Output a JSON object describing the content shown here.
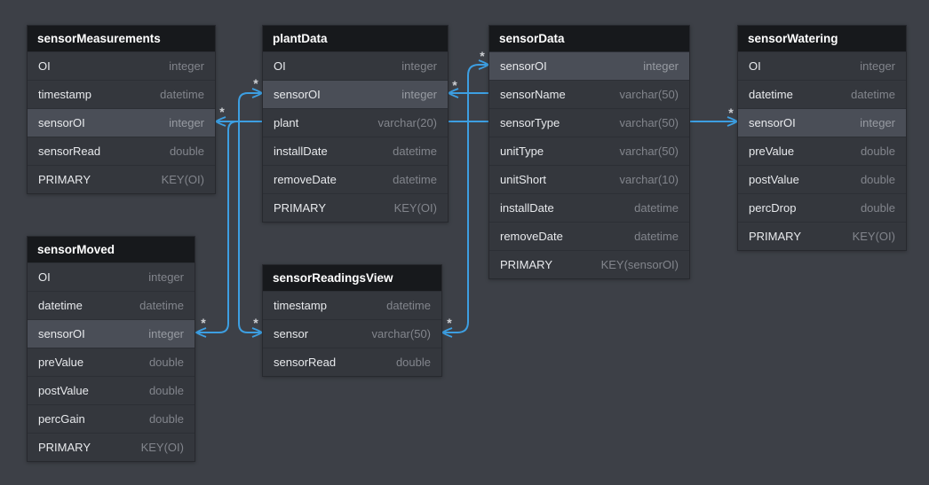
{
  "colors": {
    "canvas_background": "#3d4047",
    "table_background": "#34373d",
    "table_header_background": "#17191c",
    "highlight_row_background": "#4a4e57",
    "relationship_line": "#3d9fe2",
    "field_name_text": "#e8eaed",
    "field_type_text": "#82858c",
    "header_text": "#ffffff"
  },
  "diagram": {
    "tables": [
      {
        "title": "sensorMeasurements",
        "rows": [
          {
            "name": "OI",
            "type": "integer",
            "highlighted": false
          },
          {
            "name": "timestamp",
            "type": "datetime",
            "highlighted": false
          },
          {
            "name": "sensorOI",
            "type": "integer",
            "highlighted": true
          },
          {
            "name": "sensorRead",
            "type": "double",
            "highlighted": false
          },
          {
            "name": "PRIMARY",
            "type": "KEY(OI)",
            "highlighted": false
          }
        ]
      },
      {
        "title": "plantData",
        "rows": [
          {
            "name": "OI",
            "type": "integer",
            "highlighted": false
          },
          {
            "name": "sensorOI",
            "type": "integer",
            "highlighted": true
          },
          {
            "name": "plant",
            "type": "varchar(20)",
            "highlighted": false
          },
          {
            "name": "installDate",
            "type": "datetime",
            "highlighted": false
          },
          {
            "name": "removeDate",
            "type": "datetime",
            "highlighted": false
          },
          {
            "name": "PRIMARY",
            "type": "KEY(OI)",
            "highlighted": false
          }
        ]
      },
      {
        "title": "sensorData",
        "rows": [
          {
            "name": "sensorOI",
            "type": "integer",
            "highlighted": true
          },
          {
            "name": "sensorName",
            "type": "varchar(50)",
            "highlighted": false
          },
          {
            "name": "sensorType",
            "type": "varchar(50)",
            "highlighted": false
          },
          {
            "name": "unitType",
            "type": "varchar(50)",
            "highlighted": false
          },
          {
            "name": "unitShort",
            "type": "varchar(10)",
            "highlighted": false
          },
          {
            "name": "installDate",
            "type": "datetime",
            "highlighted": false
          },
          {
            "name": "removeDate",
            "type": "datetime",
            "highlighted": false
          },
          {
            "name": "PRIMARY",
            "type": "KEY(sensorOI)",
            "highlighted": false
          }
        ]
      },
      {
        "title": "sensorWatering",
        "rows": [
          {
            "name": "OI",
            "type": "integer",
            "highlighted": false
          },
          {
            "name": "datetime",
            "type": "datetime",
            "highlighted": false
          },
          {
            "name": "sensorOI",
            "type": "integer",
            "highlighted": true
          },
          {
            "name": "preValue",
            "type": "double",
            "highlighted": false
          },
          {
            "name": "postValue",
            "type": "double",
            "highlighted": false
          },
          {
            "name": "percDrop",
            "type": "double",
            "highlighted": false
          },
          {
            "name": "PRIMARY",
            "type": "KEY(OI)",
            "highlighted": false
          }
        ]
      },
      {
        "title": "sensorMoved",
        "rows": [
          {
            "name": "OI",
            "type": "integer",
            "highlighted": false
          },
          {
            "name": "datetime",
            "type": "datetime",
            "highlighted": false
          },
          {
            "name": "sensorOI",
            "type": "integer",
            "highlighted": true
          },
          {
            "name": "preValue",
            "type": "double",
            "highlighted": false
          },
          {
            "name": "postValue",
            "type": "double",
            "highlighted": false
          },
          {
            "name": "percGain",
            "type": "double",
            "highlighted": false
          },
          {
            "name": "PRIMARY",
            "type": "KEY(OI)",
            "highlighted": false
          }
        ]
      },
      {
        "title": "sensorReadingsView",
        "rows": [
          {
            "name": "timestamp",
            "type": "datetime",
            "highlighted": false
          },
          {
            "name": "sensor",
            "type": "varchar(50)",
            "highlighted": false
          },
          {
            "name": "sensorRead",
            "type": "double",
            "highlighted": false
          }
        ]
      }
    ],
    "relations": {
      "many_symbol": "*"
    }
  }
}
